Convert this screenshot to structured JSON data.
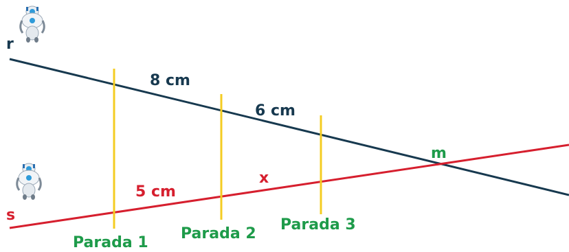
{
  "colors": {
    "line_r": "#17394f",
    "line_s": "#d61f2e",
    "transversal": "#f4cc22",
    "green": "#1e9b4a",
    "navy": "#17394f",
    "red": "#d61f2e"
  },
  "labels": {
    "line_r": "r",
    "line_s": "s",
    "seg_r1": "8 cm",
    "seg_r2": "6 cm",
    "seg_s1": "5 cm",
    "seg_s2": "x",
    "intersection": "m",
    "parada1": "Parada 1",
    "parada2": "Parada 2",
    "parada3": "Parada 3"
  },
  "icons": {
    "robot_top": "robot-icon",
    "robot_bottom": "robot-icon"
  }
}
